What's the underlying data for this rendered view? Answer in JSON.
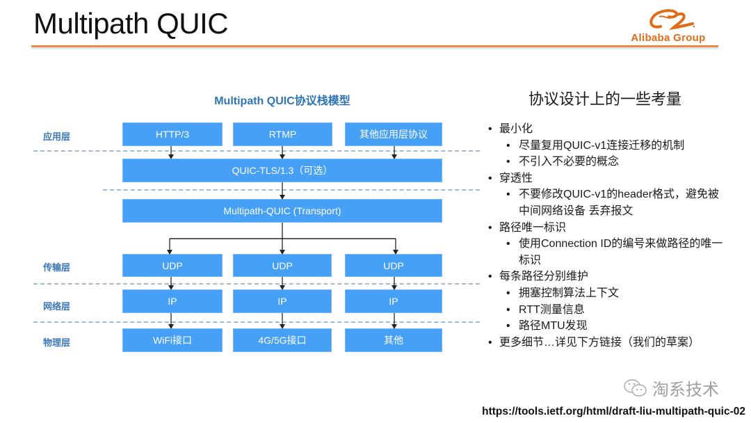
{
  "slide": {
    "title": "Multipath QUIC",
    "logo": {
      "text": "Alibaba Group",
      "icon": "alibaba-e-logo-icon",
      "color": "#e06c1a"
    },
    "accent_colors": {
      "title_rule": "#ef8a3c",
      "box_fill": "#46a0f5",
      "label_blue": "#3a78b8"
    }
  },
  "diagram": {
    "title": "Multipath QUIC协议栈模型",
    "layers": {
      "application": "应用层",
      "transport": "传输层",
      "network": "网络层",
      "physical": "物理层"
    },
    "app_protocols": [
      "HTTP/3",
      "RTMP",
      "其他应用层协议"
    ],
    "tls": "QUIC-TLS/1.3（可选）",
    "mpquic": "Multipath-QUIC (Transport)",
    "transport_boxes": [
      "UDP",
      "UDP",
      "UDP"
    ],
    "network_boxes": [
      "IP",
      "IP",
      "IP"
    ],
    "physical_boxes": [
      "WiFi接口",
      "4G/5G接口",
      "其他"
    ]
  },
  "considerations": {
    "title": "协议设计上的一些考量",
    "items": [
      {
        "label": "最小化",
        "sub": [
          "尽量复用QUIC-v1连接迁移的机制",
          "不引入不必要的概念"
        ]
      },
      {
        "label": "穿透性",
        "sub": [
          "不要修改QUIC-v1的header格式，避免被 中间网络设备 丢弃报文"
        ]
      },
      {
        "label": "路径唯一标识",
        "sub": [
          "使用Connection ID的编号来做路径的唯一标识"
        ]
      },
      {
        "label": "每条路径分别维护",
        "sub": [
          "拥塞控制算法上下文",
          "RTT测量信息",
          "路径MTU发现"
        ]
      },
      {
        "label": "更多细节…详见下方链接（我们的草案）",
        "sub": []
      }
    ]
  },
  "footer": {
    "watermark": "淘系技术",
    "watermark_icon": "wechat-icon",
    "url": "https://tools.ietf.org/html/draft-liu-multipath-quic-02"
  }
}
